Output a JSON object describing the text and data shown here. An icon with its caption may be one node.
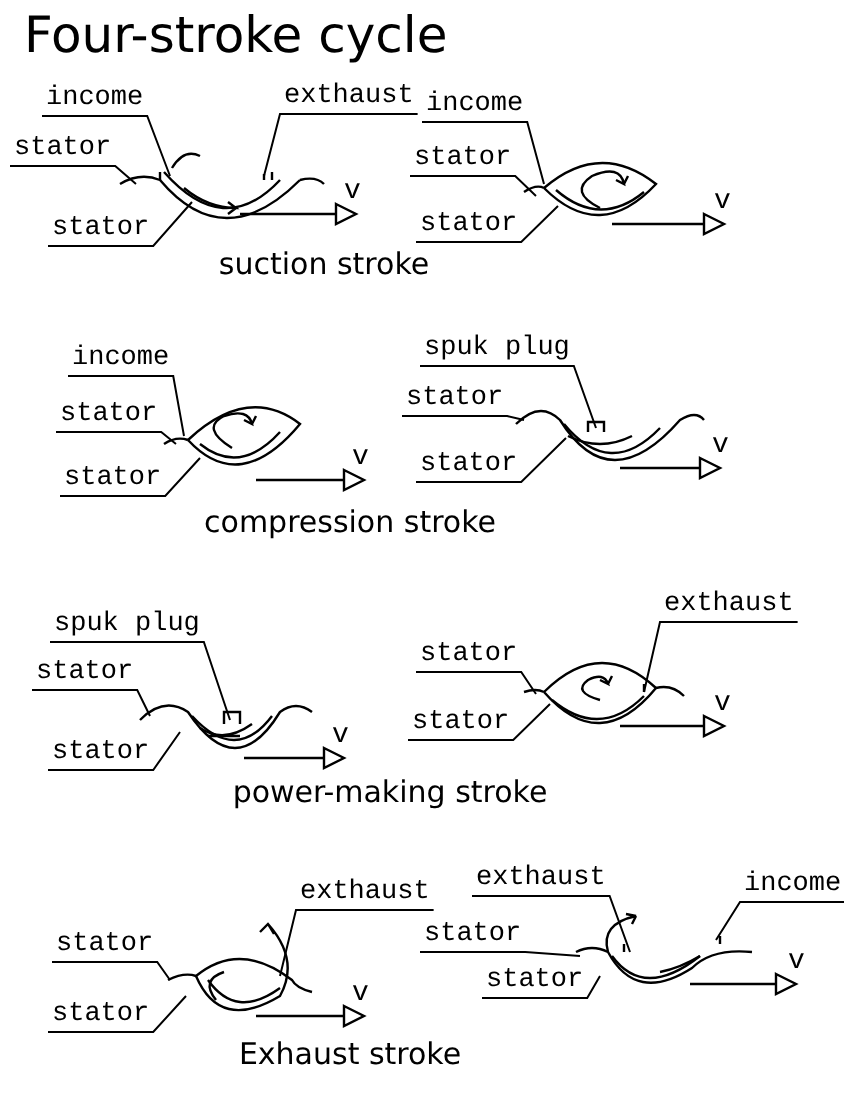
{
  "diagram": {
    "title": "Four-stroke cycle",
    "nodes": [
      {
        "text": [
          "income"
        ]
      },
      {
        "text": [
          "exthaust"
        ]
      },
      {
        "text": [
          "stator"
        ]
      },
      {
        "text": [
          "stator"
        ]
      },
      {
        "text": [],
        "shape": "picture"
      },
      {
        "text": [
          "income"
        ]
      },
      {
        "text": [
          "stator"
        ]
      },
      {
        "text": [
          "stator"
        ]
      },
      {
        "text": [],
        "shape": "picture"
      },
      {
        "text": [
          "income"
        ]
      },
      {
        "text": [
          "stator"
        ]
      },
      {
        "text": [
          "stator"
        ]
      },
      {
        "text": [],
        "shape": "picture"
      },
      {
        "text": [
          "spuk plug"
        ]
      },
      {
        "text": [
          "stator"
        ]
      },
      {
        "text": [
          "stator"
        ]
      },
      {
        "text": [],
        "shape": "picture"
      },
      {
        "text": [
          "spuk plug"
        ]
      },
      {
        "text": [
          "stator"
        ]
      },
      {
        "text": [
          "stator"
        ]
      },
      {
        "text": [],
        "shape": "picture"
      },
      {
        "text": [
          "exthaust"
        ]
      },
      {
        "text": [
          "stator"
        ]
      },
      {
        "text": [
          "stator"
        ]
      },
      {
        "text": [],
        "shape": "picture"
      },
      {
        "text": [
          "exthaust"
        ]
      },
      {
        "text": [
          "stator"
        ]
      },
      {
        "text": [
          "stator"
        ]
      },
      {
        "text": [],
        "shape": "picture"
      },
      {
        "text": [
          "exthaust"
        ]
      },
      {
        "text": [
          "stator"
        ]
      },
      {
        "text": [
          "stator"
        ]
      },
      {
        "text": [
          "income"
        ]
      },
      {
        "text": [],
        "shape": "picture"
      }
    ],
    "edges": [
      {
        "from": 0,
        "to": 4,
        "arrow": "none"
      },
      {
        "from": 1,
        "to": 4,
        "arrow": "none"
      },
      {
        "from": 2,
        "to": 4,
        "arrow": "none"
      },
      {
        "from": 3,
        "to": 4,
        "arrow": "none"
      },
      {
        "from": 5,
        "to": 8,
        "arrow": "none"
      },
      {
        "from": 6,
        "to": 8,
        "arrow": "none"
      },
      {
        "from": 7,
        "to": 8,
        "arrow": "none"
      },
      {
        "from": 9,
        "to": 12,
        "arrow": "none"
      },
      {
        "from": 10,
        "to": 12,
        "arrow": "none"
      },
      {
        "from": 11,
        "to": 12,
        "arrow": "none"
      },
      {
        "from": 13,
        "to": 16,
        "arrow": "none"
      },
      {
        "from": 14,
        "to": 16,
        "arrow": "none"
      },
      {
        "from": 15,
        "to": 16,
        "arrow": "none"
      },
      {
        "from": 17,
        "to": 20,
        "arrow": "none"
      },
      {
        "from": 18,
        "to": 20,
        "arrow": "none"
      },
      {
        "from": 19,
        "to": 20,
        "arrow": "none"
      },
      {
        "from": 21,
        "to": 24,
        "arrow": "none"
      },
      {
        "from": 22,
        "to": 24,
        "arrow": "none"
      },
      {
        "from": 23,
        "to": 24,
        "arrow": "none"
      },
      {
        "from": 25,
        "to": 28,
        "arrow": "none"
      },
      {
        "from": 26,
        "to": 28,
        "arrow": "none"
      },
      {
        "from": 27,
        "to": 28,
        "arrow": "none"
      },
      {
        "from": 29,
        "to": 33,
        "arrow": "none"
      },
      {
        "from": 30,
        "to": 33,
        "arrow": "none"
      },
      {
        "from": 31,
        "to": 33,
        "arrow": "none"
      },
      {
        "from": 32,
        "to": 33,
        "arrow": "none"
      }
    ],
    "labels": [
      "v",
      "v",
      "suction stroke",
      "v",
      "v",
      "compression stroke",
      "v",
      "v",
      "power-making stroke",
      "v",
      "v",
      "Exhaust stroke"
    ]
  }
}
